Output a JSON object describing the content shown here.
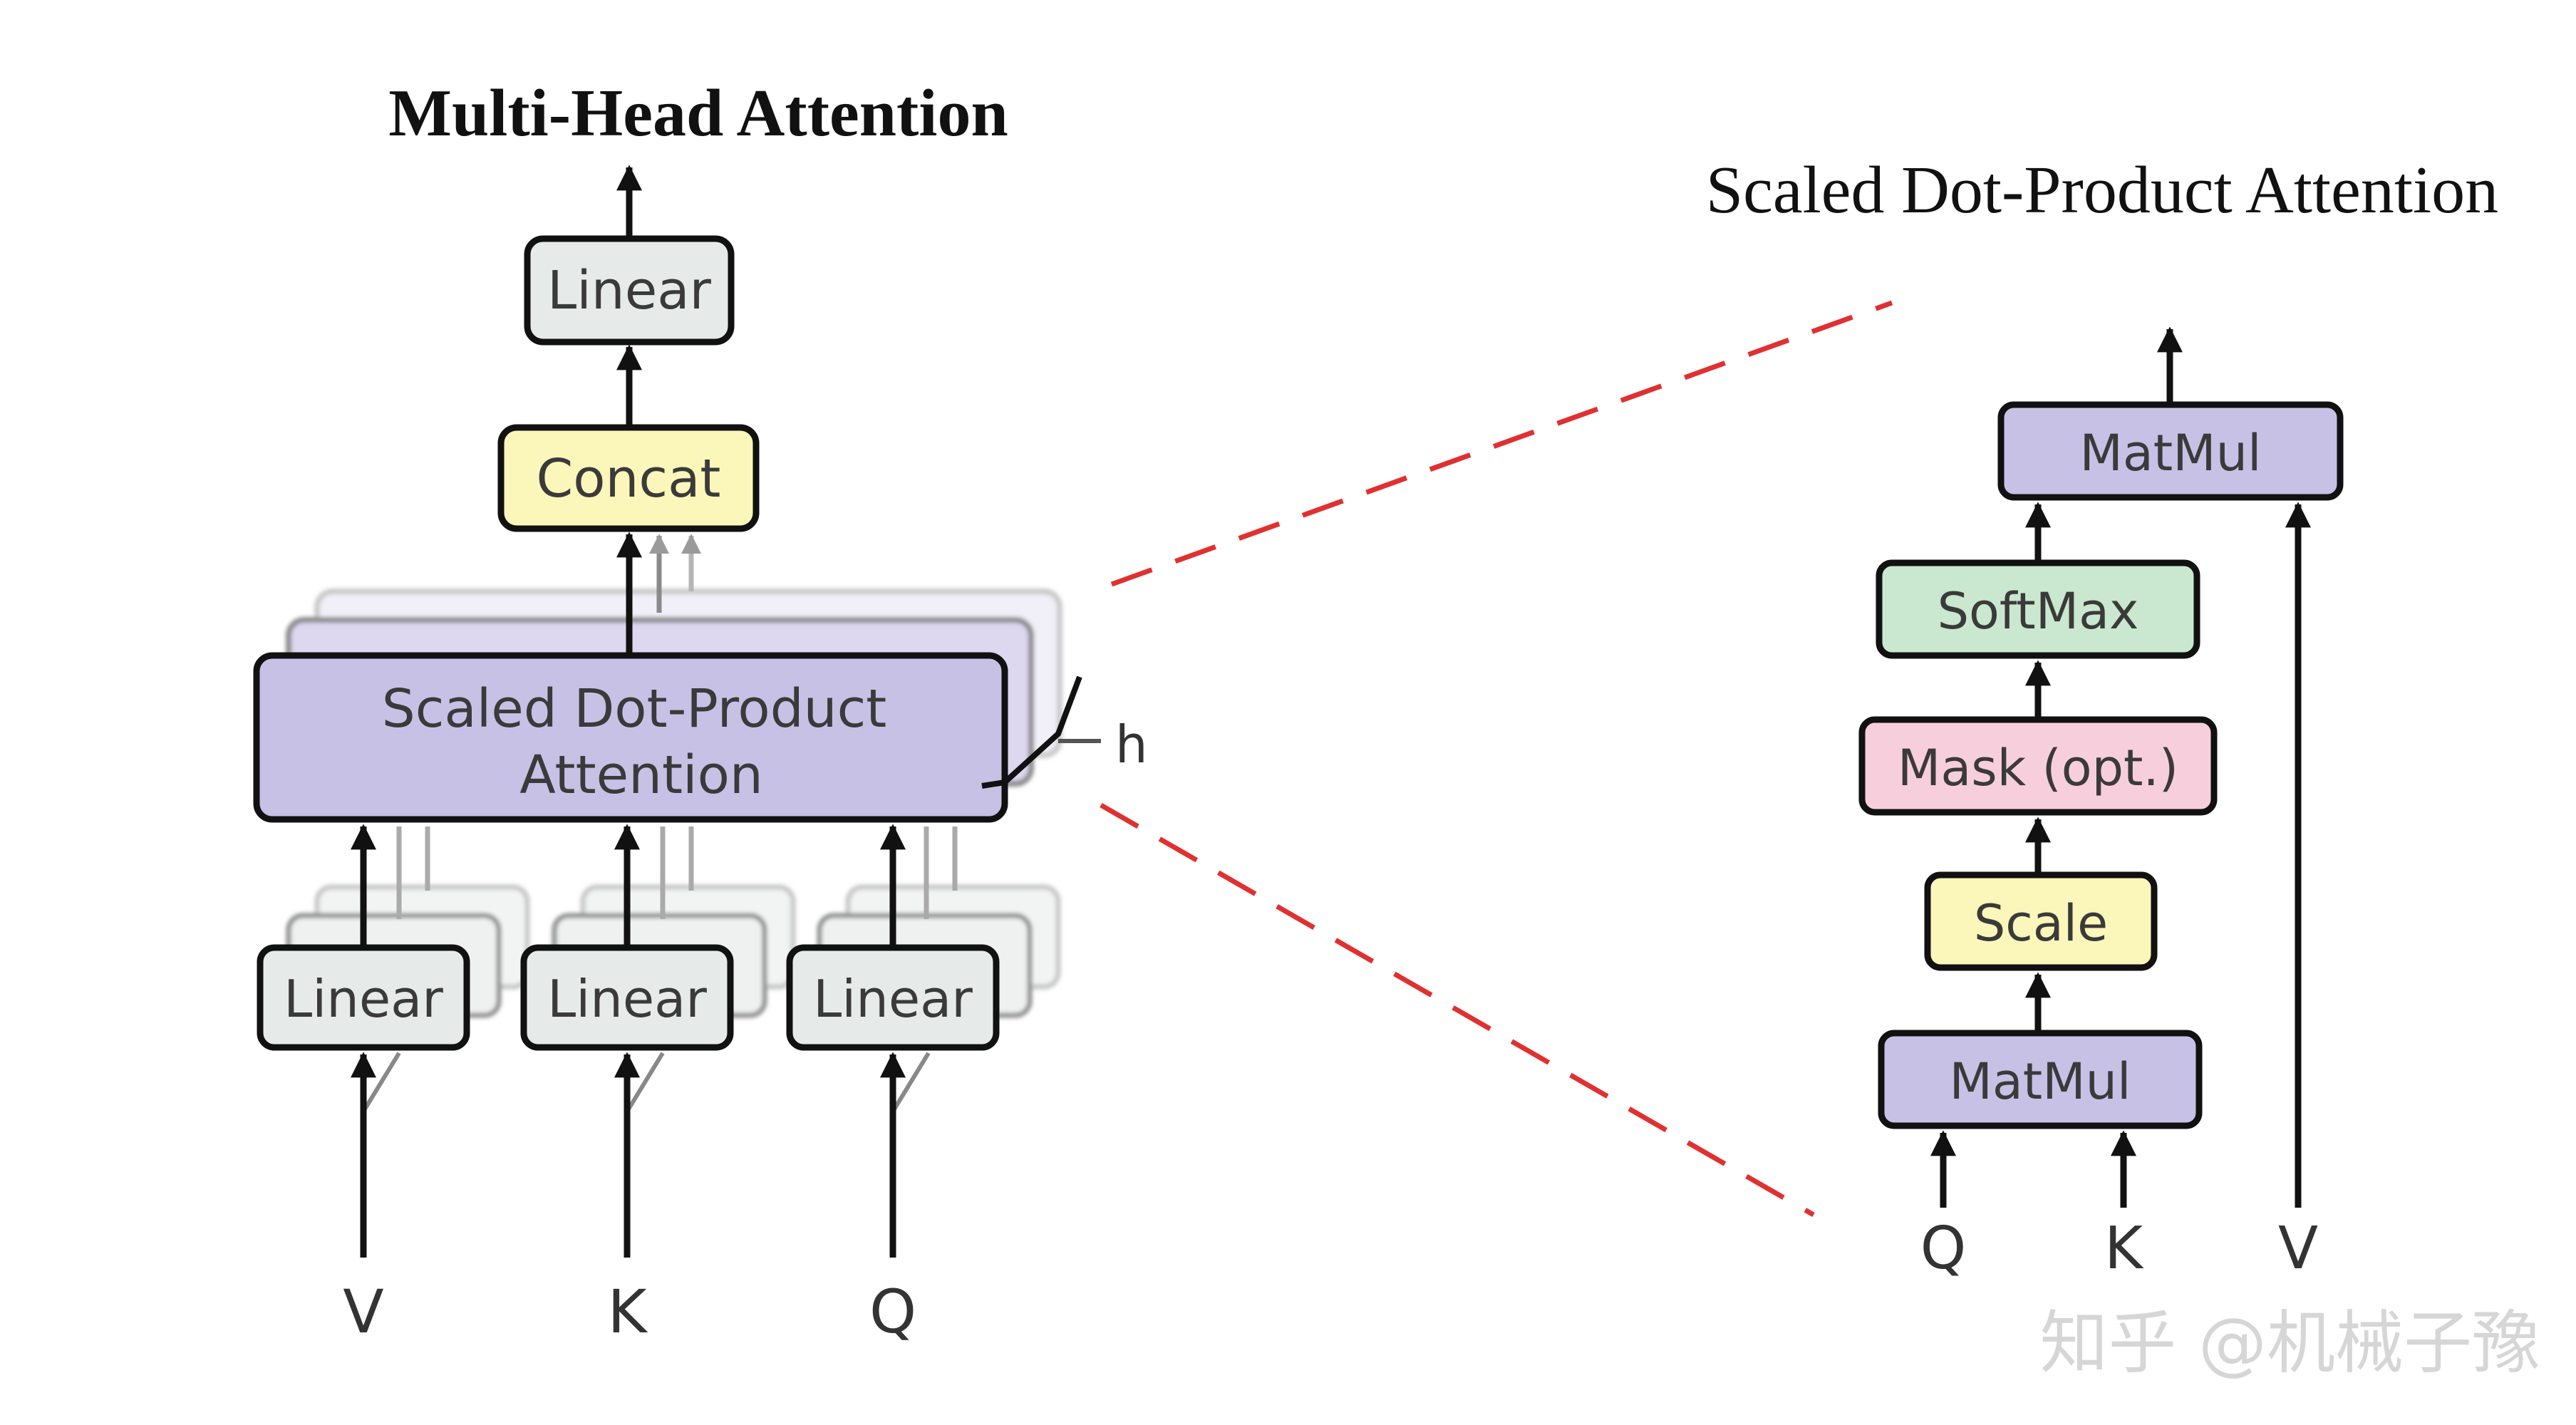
{
  "multi_head": {
    "title": "Multi-Head Attention",
    "output_linear_label": "Linear",
    "concat_label": "Concat",
    "attention_label_line1": "Scaled Dot-Product",
    "attention_label_line2": "Attention",
    "heads_label": "h",
    "input_linear_labels": [
      "Linear",
      "Linear",
      "Linear"
    ],
    "inputs": [
      "V",
      "K",
      "Q"
    ]
  },
  "scaled_dot_product": {
    "title": "Scaled Dot-Product Attention",
    "matmul_top_label": "MatMul",
    "softmax_label": "SoftMax",
    "mask_label": "Mask (opt.)",
    "scale_label": "Scale",
    "matmul_bottom_label": "MatMul",
    "inputs": [
      "Q",
      "K",
      "V"
    ]
  },
  "watermark": "知乎 @机械子豫",
  "colors": {
    "linear_fill": "#e6ebe9",
    "concat_fill": "#fbf6ba",
    "attention_fill": "#c8c1e6",
    "softmax_fill": "#c9e8cf",
    "mask_fill": "#f7cfdc",
    "scale_fill": "#fbf6ba",
    "matmul_fill": "#c8c1e6",
    "zoom_line": "#e03030"
  }
}
